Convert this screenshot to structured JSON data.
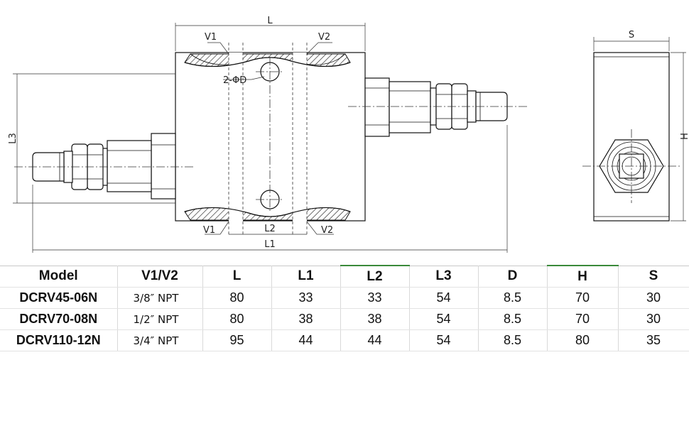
{
  "drawing": {
    "labels": {
      "L": "L",
      "L1": "L1",
      "L2": "L2",
      "L3": "L3",
      "V1_top": "V1",
      "V2_top": "V2",
      "V1_bottom": "V1",
      "V2_bottom": "V2",
      "hole": "2-ΦD",
      "S": "S",
      "H": "H"
    }
  },
  "table": {
    "headers": [
      "Model",
      "V1/V2",
      "L",
      "L1",
      "L2",
      "L3",
      "D",
      "H",
      "S"
    ],
    "rows": [
      [
        "DCRV45-06N",
        "3/8″ NPT",
        "80",
        "33",
        "33",
        "54",
        "8.5",
        "70",
        "30"
      ],
      [
        "DCRV70-08N",
        "1/2″ NPT",
        "80",
        "38",
        "38",
        "54",
        "8.5",
        "70",
        "30"
      ],
      [
        "DCRV110-12N",
        "3/4″ NPT",
        "95",
        "44",
        "44",
        "54",
        "8.5",
        "80",
        "35"
      ]
    ]
  }
}
